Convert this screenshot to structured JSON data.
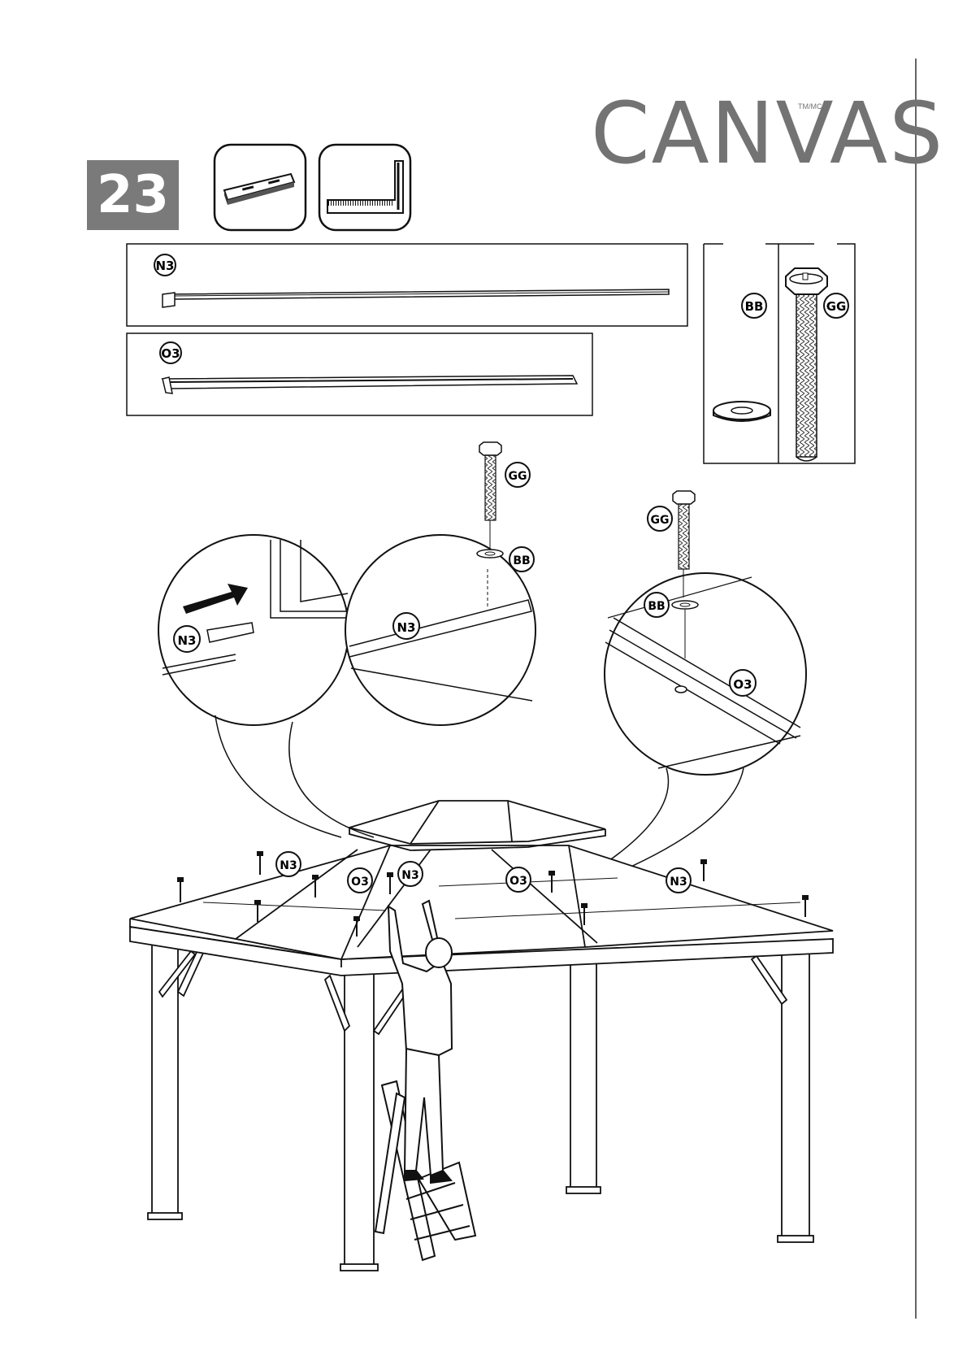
{
  "brand": {
    "name": "CANVAS",
    "trademark": "TM/MC"
  },
  "step": {
    "number": "23"
  },
  "tool_icons": [
    "wrench-icon",
    "carpenter-square-icon"
  ],
  "parts": [
    {
      "label": "N3"
    },
    {
      "label": "O3"
    }
  ],
  "hardware": [
    {
      "label": "BB"
    },
    {
      "label": "GG"
    }
  ],
  "callouts": {
    "detail_left": "N3",
    "detail_mid": "N3",
    "detail_right": "O3",
    "gg_mid": "GG",
    "bb_mid": "BB",
    "gg_right": "GG",
    "bb_right": "BB"
  },
  "roof_labels": [
    "N3",
    "O3",
    "N3",
    "O3",
    "N3"
  ]
}
